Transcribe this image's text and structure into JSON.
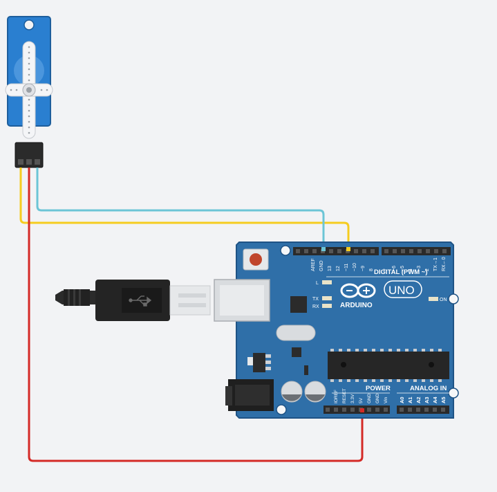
{
  "arduino": {
    "brand": "ARDUINO",
    "model": "UNO",
    "digital_header_label": "DIGITAL (PWM ~)",
    "power_header_label": "POWER",
    "analog_header_label": "ANALOG IN",
    "on_led_label": "ON",
    "led_l_label": "L",
    "led_tx_label": "TX",
    "led_rx_label": "RX",
    "digital_pins": [
      "AREF",
      "GND",
      "13",
      "12",
      "~11",
      "~10",
      "~9",
      "8",
      "7",
      "~6",
      "~5",
      "4",
      "~3",
      "2",
      "TX→1",
      "RX←0"
    ],
    "power_pins": [
      "IOREF",
      "RESET",
      "3.3V",
      "5V",
      "GND",
      "GND",
      "Vin"
    ],
    "analog_pins": [
      "A0",
      "A1",
      "A2",
      "A3",
      "A4",
      "A5"
    ]
  },
  "colors": {
    "board": "#2f6fa8",
    "servo": "#2a7fd0",
    "wire_signal": "#f5cc1f",
    "wire_ground": "#6cc5d6",
    "wire_power": "#d42a26",
    "background": "#f2f3f5"
  },
  "icons": [
    "servo-motor-icon",
    "usb-cable-icon",
    "usb-symbol-icon",
    "arduino-infinity-logo-icon",
    "reset-button-icon"
  ]
}
